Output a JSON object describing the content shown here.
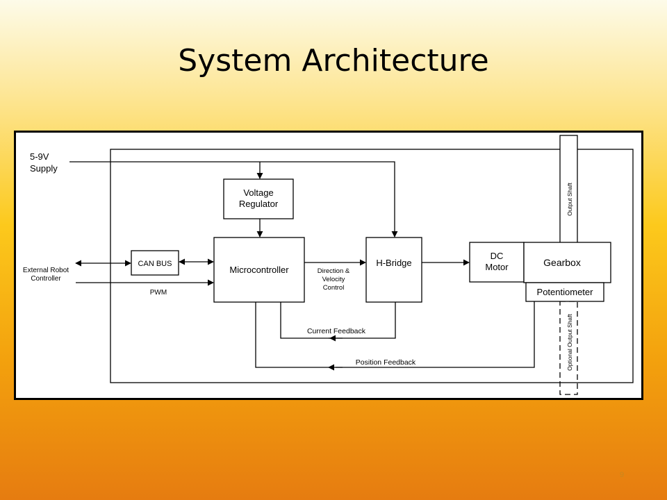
{
  "slide": {
    "title": "System Architecture",
    "page_number": "9"
  },
  "diagram": {
    "supply_line1": "5-9V",
    "supply_line2": "Supply",
    "ext_line1": "External Robot",
    "ext_line2": "Controller",
    "voltage_regulator_line1": "Voltage",
    "voltage_regulator_line2": "Regulator",
    "can_bus": "CAN BUS",
    "microcontroller": "Microcontroller",
    "pwm": "PWM",
    "dir_line1": "Direction &",
    "dir_line2": "Velocity",
    "dir_line3": "Control",
    "hbridge": "H-Bridge",
    "dc_motor_line1": "DC",
    "dc_motor_line2": "Motor",
    "gearbox": "Gearbox",
    "potentiometer": "Potentiometer",
    "output_shaft": "Output Shaft",
    "optional_output_shaft": "Optional Output Shaft",
    "current_feedback": "Current Feedback",
    "position_feedback": "Position Feedback"
  }
}
